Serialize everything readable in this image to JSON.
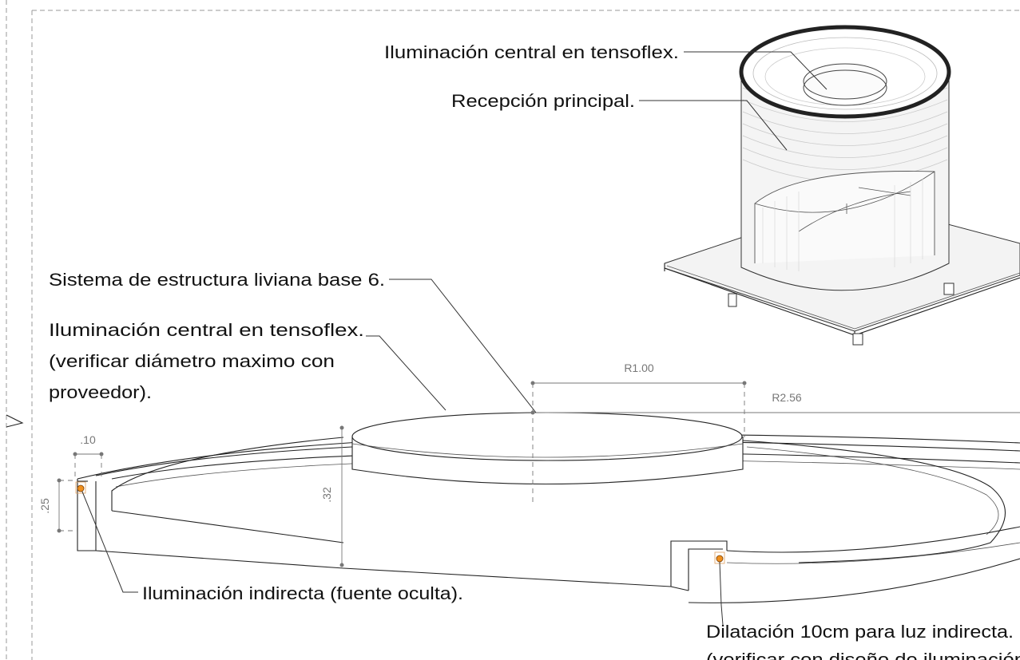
{
  "labels": {
    "central_light_top": "Iluminación central en tensoflex.",
    "main_reception": "Recepción principal.",
    "structure_system": "Sistema de estructura liviana base 6.",
    "central_light_line1": "Iluminación central en tensoflex.",
    "central_light_line2": "(verificar diámetro maximo con",
    "central_light_line3": "proveedor).",
    "indirect_light": "Iluminación indirecta (fuente oculta).",
    "dilation_line1": "Dilatación 10cm para luz indirecta.",
    "dilation_line2": "(verificar con diseño de iluminación"
  },
  "dimensions": {
    "radius_inner": "R1.00",
    "radius_outer": "R2.56",
    "gap_width": ".10",
    "cove_height": ".25",
    "total_height": ".32"
  },
  "colors": {
    "light_source": "#f0901e",
    "line": "#222222",
    "dimension": "#777777"
  }
}
